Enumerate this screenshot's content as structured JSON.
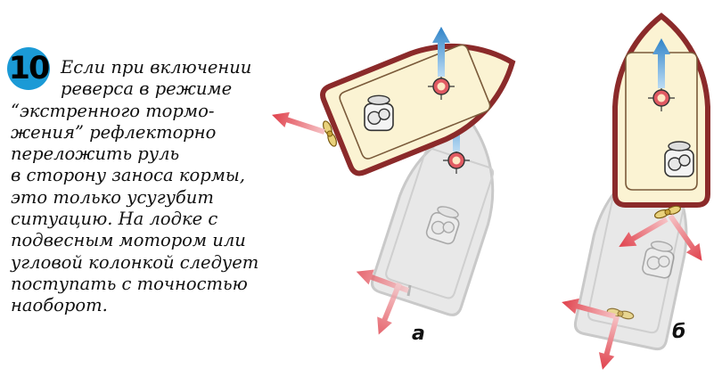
{
  "figure": {
    "number": "10",
    "caption_lines": [
      "Если при включении",
      "реверса в режиме",
      "“экстренного тормо-",
      "жения” рефлекторно",
      "переложить руль",
      "в сторону заноса кормы,",
      "это только усугубит",
      "ситуацию. На лодке с",
      "подвесным мотором или",
      "угловой колонкой следует",
      "поступать с точностью",
      "наоборот."
    ],
    "panel_labels": {
      "a": "а",
      "b": "б"
    }
  },
  "colors": {
    "badge": "#1b9ad6",
    "hull_outline": "#8b2a2a",
    "deck": "#fbf3d3",
    "ghost_hull": "#e6e6e6",
    "arrow_blue": "#3f8fd0",
    "arrow_red": "#e05a62"
  }
}
